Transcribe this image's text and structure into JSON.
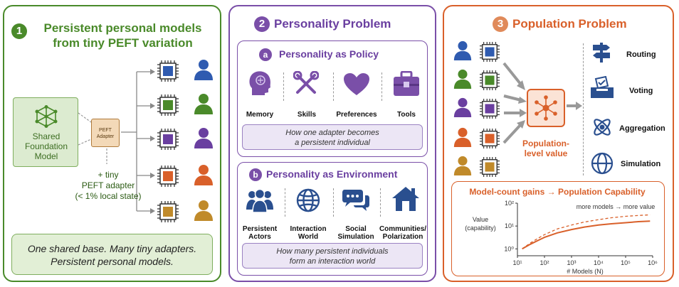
{
  "panel1": {
    "number": "1",
    "title_line1": "Persistent personal models",
    "title_line2": "from tiny PEFT variation",
    "foundation_line1": "Shared",
    "foundation_line2": "Foundation",
    "foundation_line3": "Model",
    "chip_line1": "PEFT",
    "chip_line2": "Adapter",
    "adapter_line1": "+ tiny",
    "adapter_line2": "PEFT adapter",
    "adapter_line3": "(< 1% local state)",
    "banner_line1": "One shared base. Many tiny adapters.",
    "banner_line2": "Persistent personal models.",
    "colors": [
      "#2f5bb0",
      "#4a8a2a",
      "#6a3fa0",
      "#d9602a",
      "#c08a2a"
    ]
  },
  "panel2": {
    "number": "2",
    "title": "Personality Problem",
    "a": {
      "letter": "a",
      "title": "Personality as Policy",
      "items": [
        "Memory",
        "Skills",
        "Preferences",
        "Tools"
      ],
      "note_line1": "How one adapter becomes",
      "note_line2": "a persistent individual"
    },
    "b": {
      "letter": "b",
      "title": "Personality as Environment",
      "items": [
        {
          "line1": "Persistent",
          "line2": "Actors"
        },
        {
          "line1": "Interaction",
          "line2": "World"
        },
        {
          "line1": "Social",
          "line2": "Simulation"
        },
        {
          "line1": "Communities/",
          "line2": "Polarization"
        }
      ],
      "note_line1": "How many persistent individuals",
      "note_line2": "form an interaction world"
    }
  },
  "panel3": {
    "number": "3",
    "title": "Population Problem",
    "value_line1": "Population-",
    "value_line2": "level value",
    "uses": [
      "Routing",
      "Voting",
      "Aggregation",
      "Simulation"
    ],
    "chart_title_left": "Model-count gains",
    "chart_title_arrow": "→",
    "chart_title_right": "Population Capability",
    "chart_data": {
      "type": "line",
      "title": "Model-count gains → Population Capability",
      "xlabel": "# Models (N)",
      "ylabel": "Value (capability)",
      "x_scale": "log",
      "y_scale": "log",
      "xlim": [
        10,
        1000000
      ],
      "ylim": [
        0.5,
        100
      ],
      "x_ticks": [
        "10¹",
        "10²",
        "10³",
        "10⁴",
        "10⁵",
        "10⁶"
      ],
      "y_ticks": [
        "10⁰",
        "10¹",
        "10²"
      ],
      "annotation": "more models → more value",
      "series": [
        {
          "style": "solid",
          "color": "#d9602a",
          "x": [
            15,
            30,
            60,
            100,
            300,
            1000,
            3000,
            10000,
            30000,
            100000,
            300000,
            800000
          ],
          "y": [
            1.0,
            1.6,
            2.4,
            3.2,
            5.0,
            7.0,
            9.0,
            11.0,
            12.5,
            14.0,
            15.5,
            16.5
          ]
        },
        {
          "style": "dashed",
          "color": "#d9602a",
          "x": [
            15,
            30,
            60,
            100,
            300,
            1000,
            3000,
            10000,
            30000,
            100000,
            300000,
            800000
          ],
          "y": [
            1.0,
            1.8,
            3.0,
            4.2,
            7.5,
            11.0,
            15.0,
            19.0,
            23.0,
            26.5,
            29.0,
            31.0
          ]
        }
      ]
    }
  }
}
